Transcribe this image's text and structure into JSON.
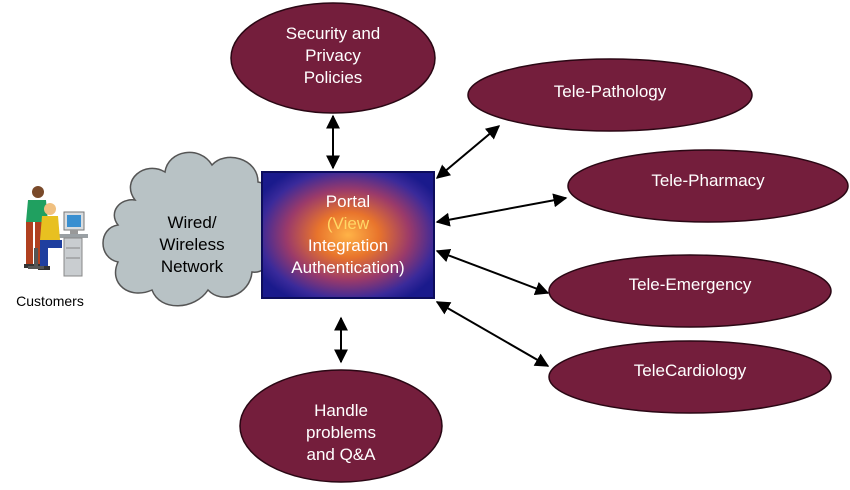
{
  "colors": {
    "ellipse_fill": "#741e3c",
    "ellipse_stroke": "#2a0714",
    "portal_outer": "#1a1a8c",
    "portal_inner": "#ff9a2e",
    "cloud_fill": "#b8c2c5",
    "arrow": "#000000"
  },
  "customers": {
    "label": "Customers",
    "icon": "people-at-computer-icon"
  },
  "network": {
    "lines": [
      "Wired/",
      "Wireless",
      "Network"
    ]
  },
  "portal": {
    "title": "Portal",
    "lines": [
      "(View",
      "Integration",
      "Authentication)"
    ]
  },
  "nodes": {
    "security": {
      "lines": [
        "Security and",
        "Privacy",
        "Policies"
      ]
    },
    "pathology": {
      "lines": [
        "Tele-Pathology"
      ]
    },
    "pharmacy": {
      "lines": [
        "Tele-Pharmacy"
      ]
    },
    "emergency": {
      "lines": [
        "Tele-Emergency"
      ]
    },
    "cardiology": {
      "lines": [
        "TeleCardiology"
      ]
    },
    "handle": {
      "lines": [
        "Handle",
        "problems",
        "and Q&A"
      ]
    }
  }
}
